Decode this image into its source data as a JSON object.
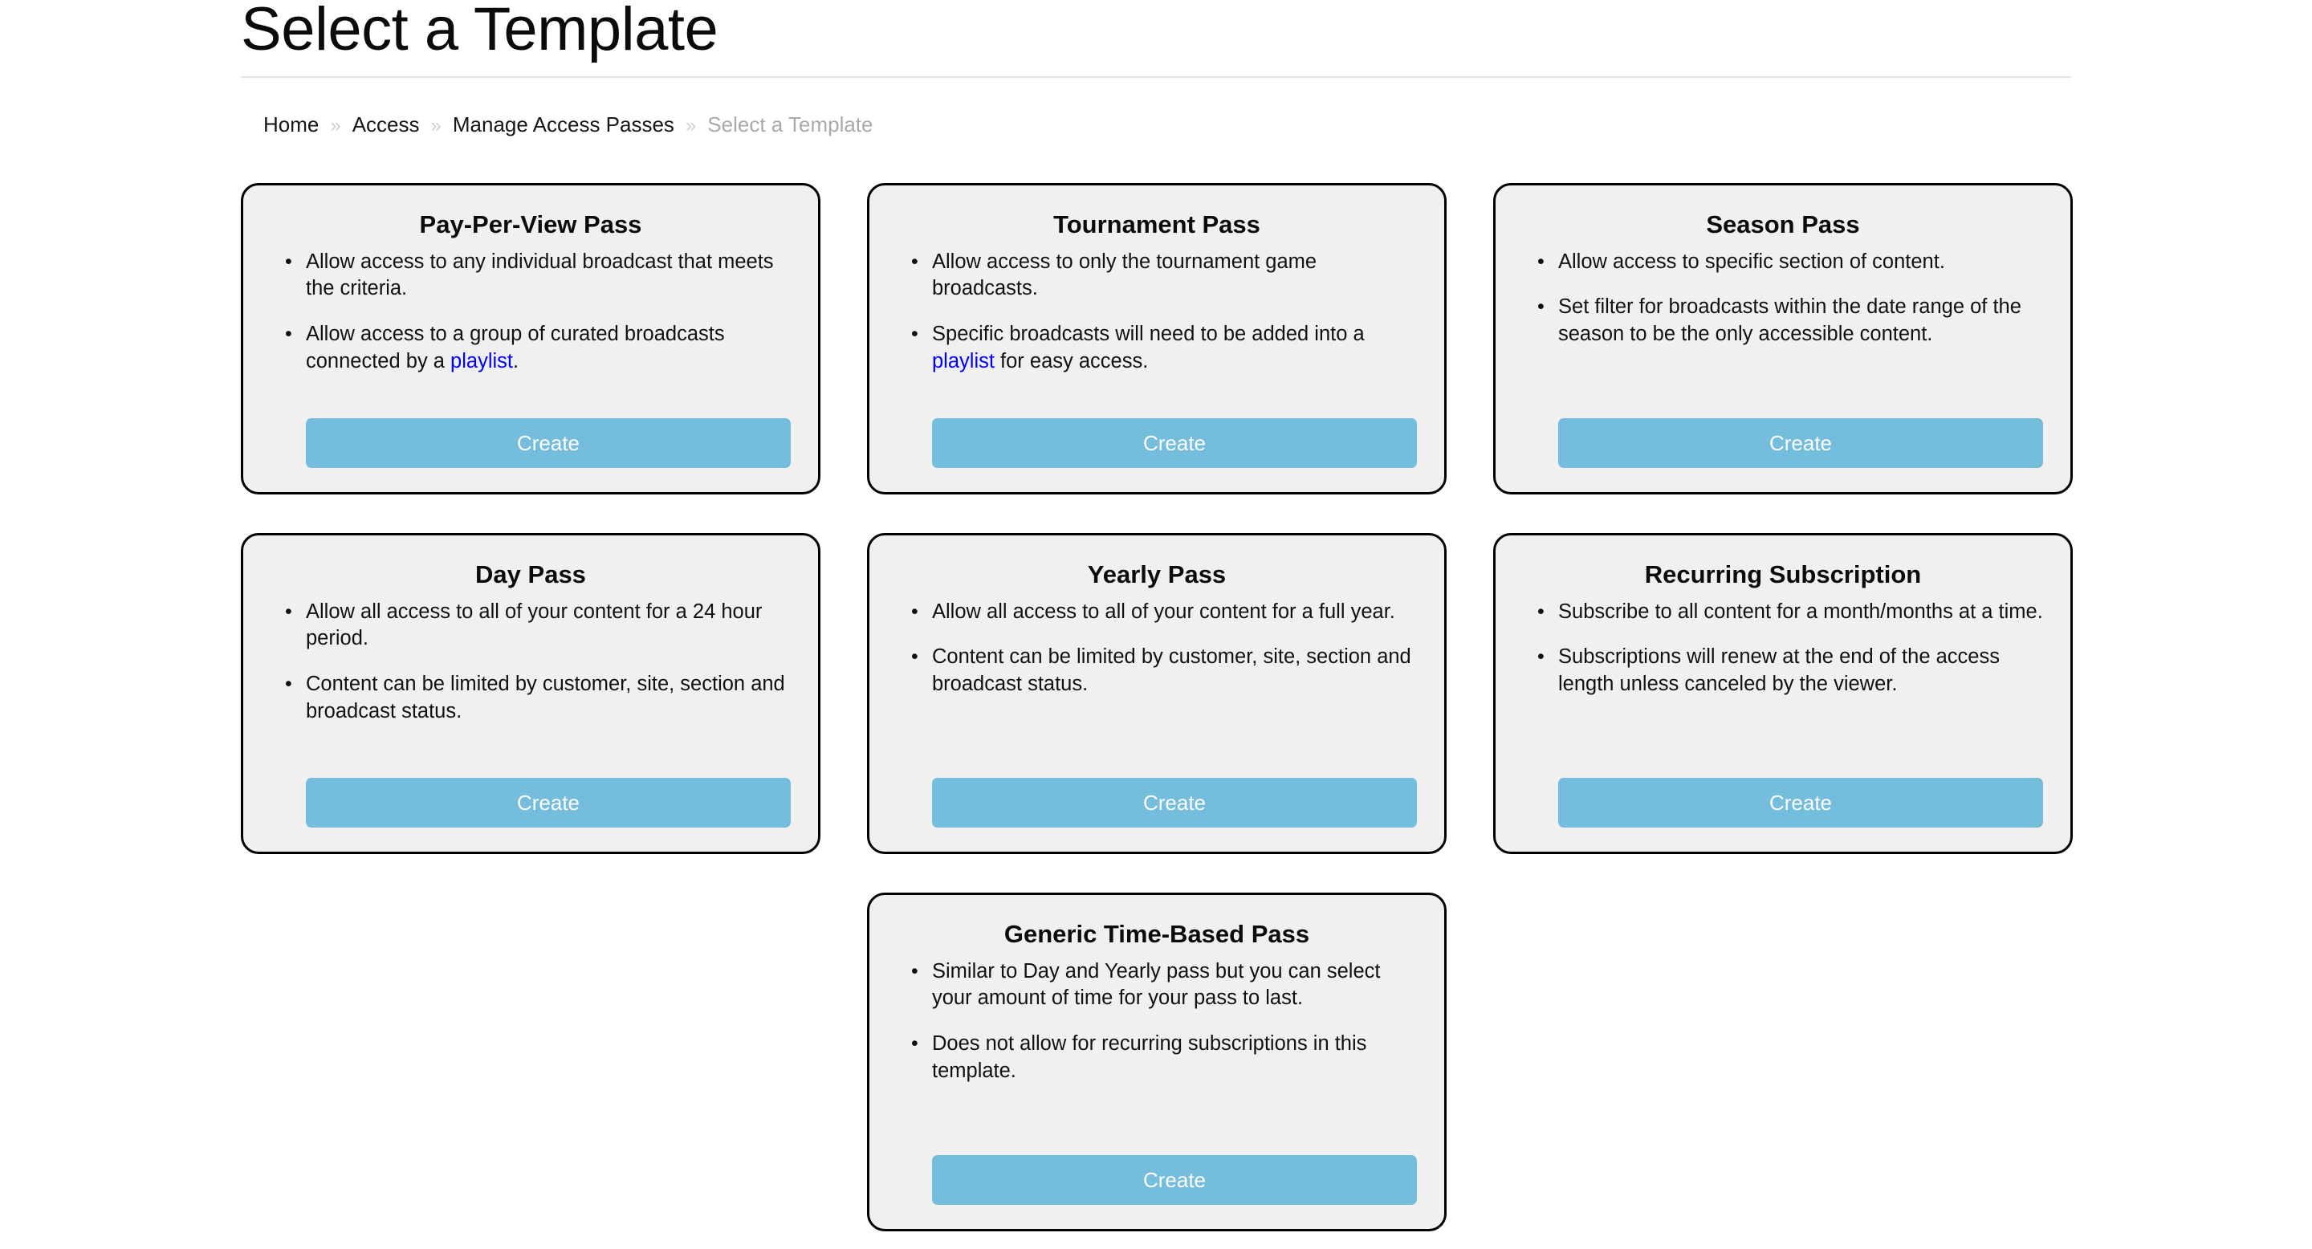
{
  "header": {
    "title": "Select a Template"
  },
  "breadcrumb": {
    "separator": "»",
    "items": [
      {
        "label": "Home",
        "current": false
      },
      {
        "label": "Access",
        "current": false
      },
      {
        "label": "Manage Access Passes",
        "current": false
      },
      {
        "label": "Select a Template",
        "current": true
      }
    ]
  },
  "colors": {
    "button_background": "#74bddc",
    "button_text": "#ffffff",
    "card_background": "#f0f0f0",
    "card_border": "#000000",
    "link": "#0000ff",
    "breadcrumb_current": "#aaaaaa",
    "rule": "#e2e2e2"
  },
  "cards": [
    {
      "title": "Pay-Per-View Pass",
      "bullets": [
        {
          "pre": "Allow access to any individual broadcast that meets the criteria.",
          "link": "",
          "post": ""
        },
        {
          "pre": "Allow access to a group of curated broadcasts connected by a ",
          "link": "playlist",
          "post": "."
        }
      ],
      "button_label": "Create"
    },
    {
      "title": "Tournament Pass",
      "bullets": [
        {
          "pre": "Allow access to only the tournament game broadcasts.",
          "link": "",
          "post": ""
        },
        {
          "pre": "Specific broadcasts will need to be added into a ",
          "link": "playlist",
          "post": " for easy access."
        }
      ],
      "button_label": "Create"
    },
    {
      "title": "Season Pass",
      "bullets": [
        {
          "pre": "Allow access to specific section of content.",
          "link": "",
          "post": ""
        },
        {
          "pre": "Set filter for broadcasts within the date range of the season to be the only accessible content.",
          "link": "",
          "post": ""
        }
      ],
      "button_label": "Create"
    },
    {
      "title": "Day Pass",
      "bullets": [
        {
          "pre": "Allow all access to all of your content for a 24 hour period.",
          "link": "",
          "post": ""
        },
        {
          "pre": "Content can be limited by customer, site, section and broadcast status.",
          "link": "",
          "post": ""
        }
      ],
      "button_label": "Create"
    },
    {
      "title": "Yearly Pass",
      "bullets": [
        {
          "pre": "Allow all access to all of your content for a full year.",
          "link": "",
          "post": ""
        },
        {
          "pre": "Content can be limited by customer, site, section and broadcast status.",
          "link": "",
          "post": ""
        }
      ],
      "button_label": "Create"
    },
    {
      "title": "Recurring Subscription",
      "bullets": [
        {
          "pre": "Subscribe to all content for a month/months at a time.",
          "link": "",
          "post": ""
        },
        {
          "pre": "Subscriptions will renew at the end of the access length unless canceled by the viewer.",
          "link": "",
          "post": ""
        }
      ],
      "button_label": "Create"
    },
    {
      "title": "Generic Time-Based Pass",
      "bullets": [
        {
          "pre": "Similar to Day and Yearly pass but you can select your amount of time for your pass to last.",
          "link": "",
          "post": ""
        },
        {
          "pre": "Does not allow for recurring subscriptions in this template.",
          "link": "",
          "post": ""
        }
      ],
      "button_label": "Create"
    }
  ]
}
